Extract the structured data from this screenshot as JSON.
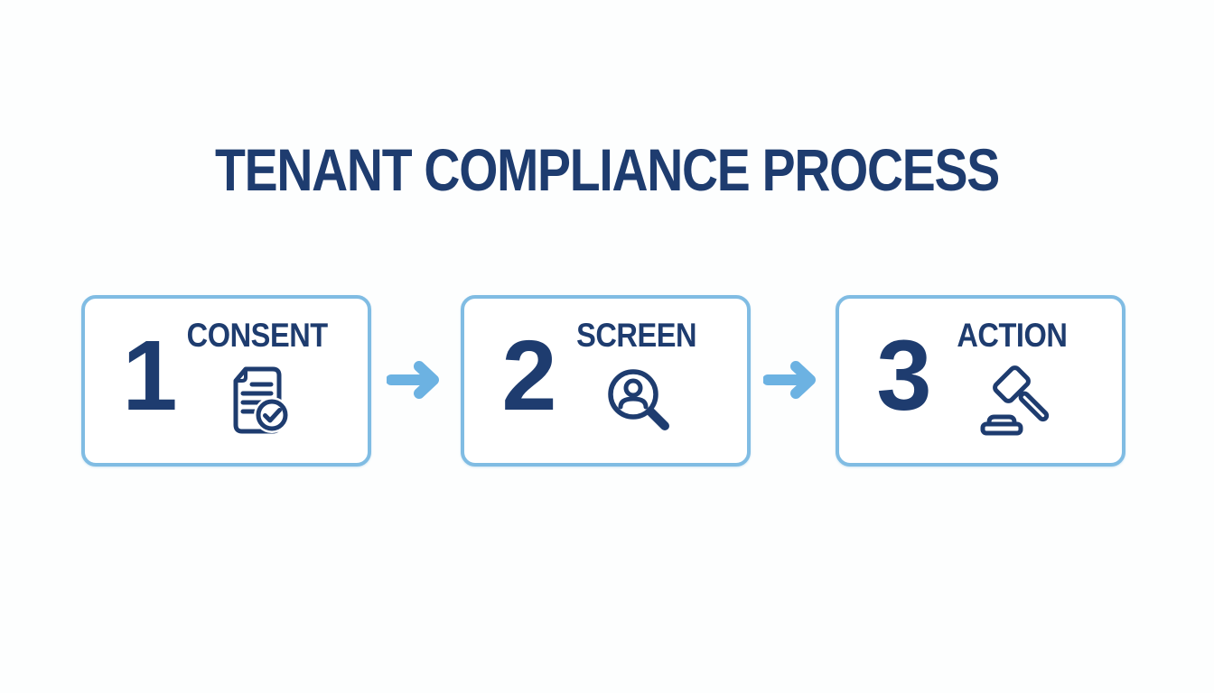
{
  "title": "TENANT COMPLIANCE PROCESS",
  "steps": [
    {
      "number": "1",
      "label": "CONSENT",
      "icon": "document-check-icon"
    },
    {
      "number": "2",
      "label": "SCREEN",
      "icon": "magnifier-person-icon"
    },
    {
      "number": "3",
      "label": "ACTION",
      "icon": "gavel-icon"
    }
  ],
  "arrows": [
    {
      "icon": "arrow-right-icon"
    },
    {
      "icon": "arrow-right-icon"
    }
  ],
  "colors": {
    "navy": "#1e3c6f",
    "box_border": "#80bce3",
    "arrow_blue": "#6cb2e2",
    "background": "#fdfefe"
  }
}
